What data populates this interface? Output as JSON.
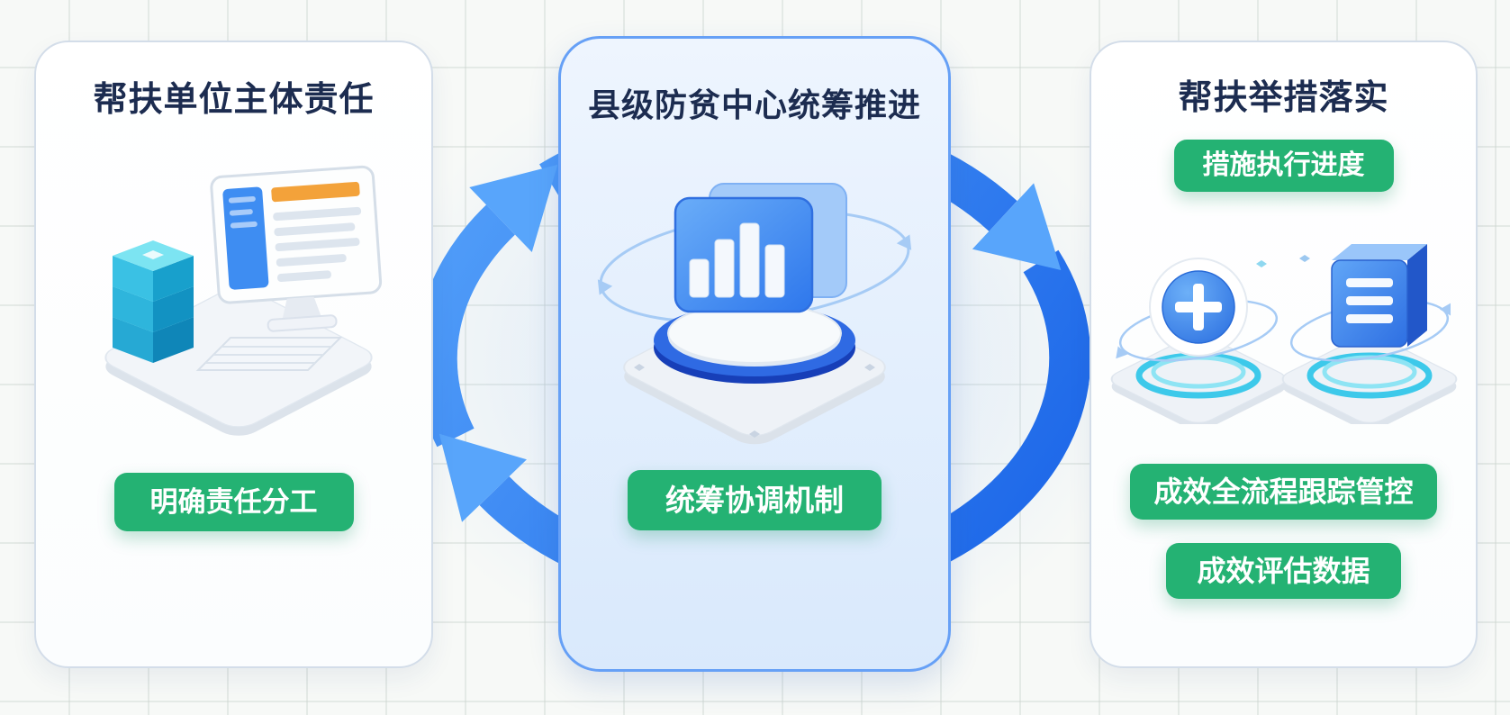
{
  "colors": {
    "badge_green": "#24b273",
    "cycle_blue": "#2e7cf5",
    "title_navy": "#1c2c50",
    "middle_card_border": "#66a0f6",
    "background": "#f7f9f7"
  },
  "icons": {
    "cycle": "clockwise-cycle-arrows-icon",
    "left_illustration": "computer-database-illustration",
    "middle_illustration": "dashboard-pedestal-illustration",
    "right_coin": "plus-coin-illustration",
    "right_doc": "document-cube-illustration"
  },
  "cards": {
    "left": {
      "title": "帮扶单位主体责任",
      "badge": "明确责任分工"
    },
    "middle": {
      "title": "县级防贫中心统筹推进",
      "badge": "统筹协调机制"
    },
    "right": {
      "title": "帮扶举措落实",
      "badges": [
        "措施执行进度",
        "成效全流程跟踪管控",
        "成效评估数据"
      ]
    }
  }
}
